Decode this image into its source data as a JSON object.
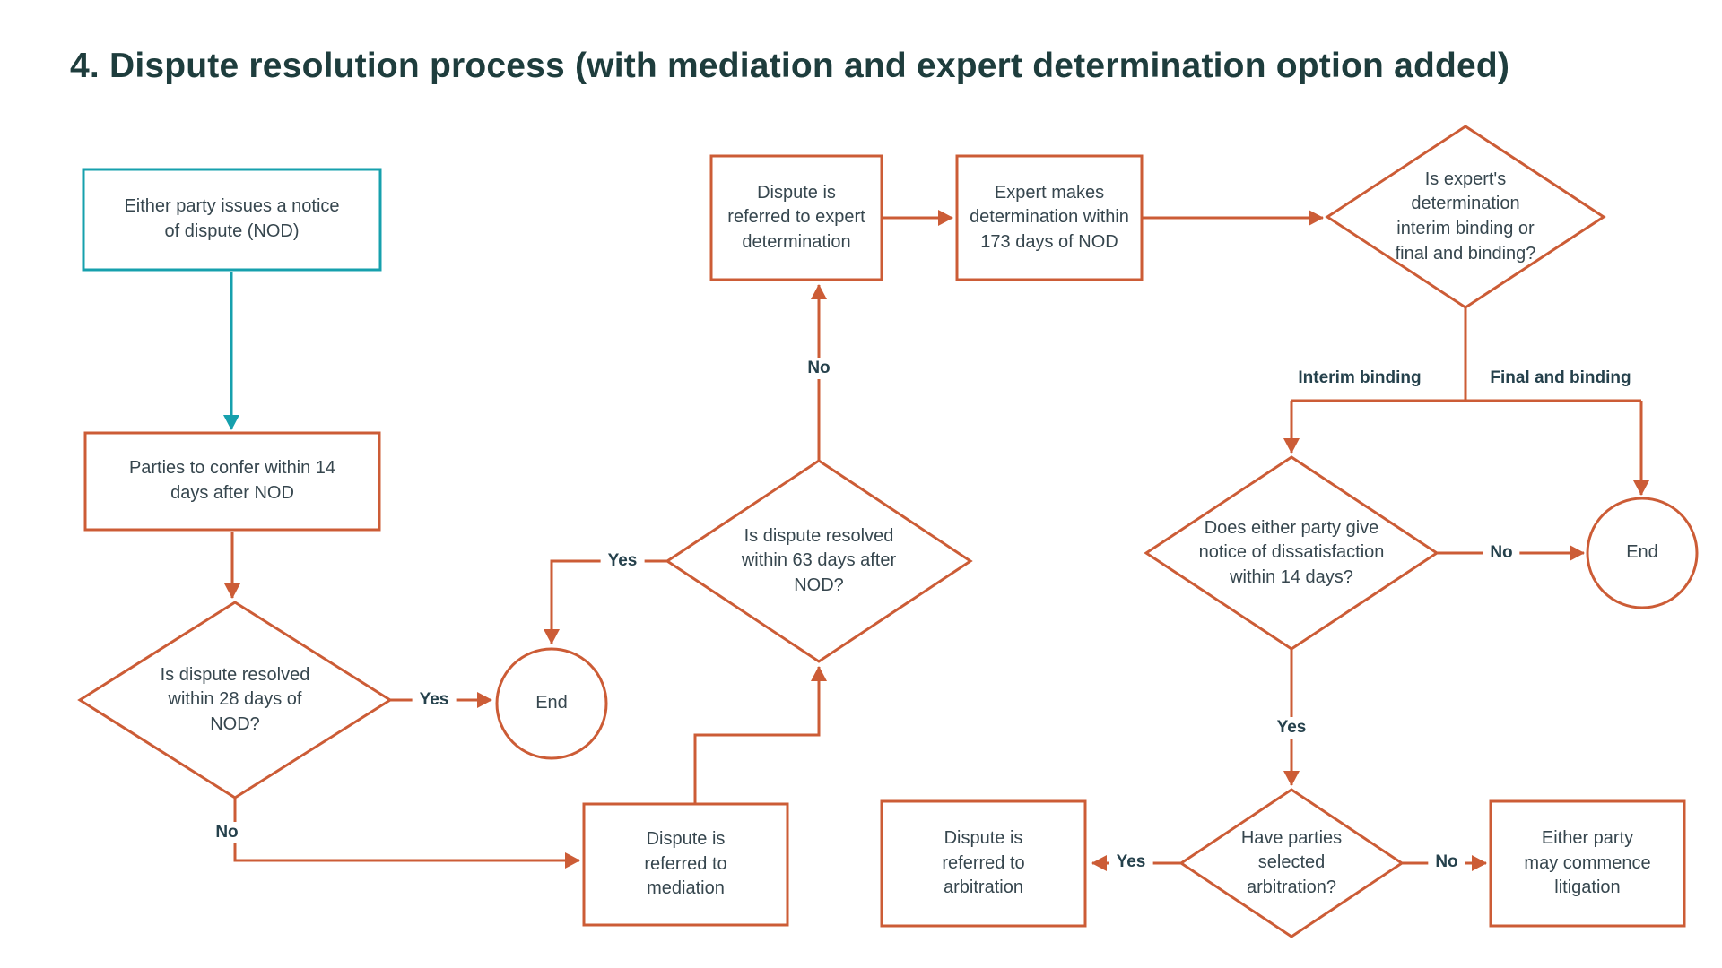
{
  "title": "4. Dispute resolution process (with mediation and expert determination option added)",
  "colors": {
    "accent_orange": "#cc5c36",
    "accent_teal": "#16a0ad",
    "node_text": "#36464e",
    "title_text": "#1e3d3d"
  },
  "nodes": {
    "start": "Either party issues a notice\nof dispute (NOD)",
    "confer": "Parties to confer within 14\ndays after NOD",
    "resolved_28": "Is dispute resolved\nwithin 28 days of\nNOD?",
    "end_left": "End",
    "mediation": "Dispute is\nreferred to\nmediation",
    "resolved_63": "Is dispute resolved\nwithin 63 days after\nNOD?",
    "expert_referral": "Dispute is\nreferred to expert\ndetermination",
    "expert_determination": "Expert makes\ndetermination within\n173 days of NOD",
    "binding_question": "Is expert's\ndetermination\ninterim binding or\nfinal and binding?",
    "dissatisfaction": "Does either party give\nnotice of dissatisfaction\nwithin 14 days?",
    "end_right": "End",
    "arbitration_question": "Have parties\nselected\narbitration?",
    "arbitration": "Dispute is\nreferred to\narbitration",
    "litigation": "Either party\nmay commence\nlitigation"
  },
  "edge_labels": {
    "resolved_28_yes": "Yes",
    "resolved_28_no": "No",
    "resolved_63_yes": "Yes",
    "resolved_63_no": "No",
    "interim_binding": "Interim binding",
    "final_and_binding": "Final and binding",
    "dissatisfaction_no": "No",
    "dissatisfaction_yes": "Yes",
    "arbitration_yes": "Yes",
    "arbitration_no": "No"
  }
}
